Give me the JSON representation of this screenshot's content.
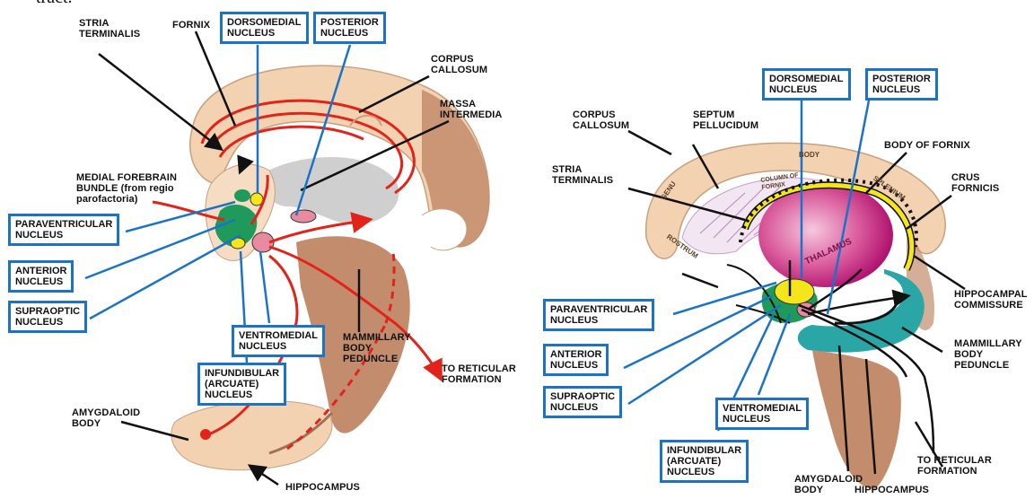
{
  "header_fragment": "tract.",
  "left": {
    "labels": {
      "stria_terminalis": "STRIA\nTERMINALIS",
      "fornix": "FORNIX",
      "corpus_callosum": "CORPUS\nCALLOSUM",
      "massa_intermedia": "MASSA\nINTERMEDIA",
      "medial_forebrain_bundle": "MEDIAL FOREBRAIN\nBUNDLE (from regio\nparofactoria)",
      "mammillary_body_peduncle": "MAMMILLARY\nBODY\nPEDUNCLE",
      "to_reticular_formation": "TO RETICULAR\nFORMATION",
      "amygdaloid_body": "AMYGDALOID\nBODY",
      "hippocampus": "HIPPOCAMPUS"
    },
    "boxes": {
      "dorsomedial_nucleus": "DORSOMEDIAL\nNUCLEUS",
      "posterior_nucleus": "POSTERIOR\nNUCLEUS",
      "paraventricular_nucleus": "PARAVENTRICULAR\nNUCLEUS",
      "anterior_nucleus": "ANTERIOR\nNUCLEUS",
      "supraoptic_nucleus": "SUPRAOPTIC\nNUCLEUS",
      "ventromedial_nucleus": "VENTROMEDIAL\nNUCLEUS",
      "infundibular_nucleus": "INFUNDIBULAR\n(ARCUATE)\nNUCLEUS"
    }
  },
  "right": {
    "labels": {
      "corpus_callosum": "CORPUS\nCALLOSUM",
      "septum_pellucidum": "SEPTUM\nPELLUCIDUM",
      "body_of_fornix": "BODY OF FORNIX",
      "crus_fornicis": "CRUS\nFORNICIS",
      "stria_terminalis": "STRIA\nTERMINALIS",
      "hippocampal_commissure": "HIPPOCAMPAL\nCOMMISSURE",
      "mammillary_body_peduncle": "MAMMILLARY\nBODY\nPEDUNCLE",
      "to_reticular_formation": "TO RETICULAR\nFORMATION",
      "amygdaloid_body": "AMYGDALOID\nBODY",
      "hippocampus": "HIPPOCAMPUS"
    },
    "anatomy": {
      "genu": "GENU",
      "body": "BODY",
      "splenium": "SPLENIUM",
      "rostrum": "ROSTRUM",
      "column_of_fornix": "COLUMN OF\nFORNIX",
      "thalamus": "THALAMUS"
    },
    "boxes": {
      "dorsomedial_nucleus": "DORSOMEDIAL\nNUCLEUS",
      "posterior_nucleus": "POSTERIOR\nNUCLEUS",
      "paraventricular_nucleus": "PARAVENTRICULAR\nNUCLEUS",
      "anterior_nucleus": "ANTERIOR\nNUCLEUS",
      "supraoptic_nucleus": "SUPRAOPTIC\nNUCLEUS",
      "ventromedial_nucleus": "VENTROMEDIAL\nNUCLEUS",
      "infundibular_nucleus": "INFUNDIBULAR\n(ARCUATE)\nNUCLEUS"
    }
  },
  "colors": {
    "box_border": "#1a73c9",
    "pathway_red": "#e2231a",
    "brain_tan": "#f2d2b0",
    "brainstem_brown": "#c38c6c",
    "thalamus_magenta": "#c0187a",
    "hypothalamus_green": "#1f9a5a",
    "hippocampus_teal": "#2aa6a6",
    "nucleus_yellow": "#f5e51b"
  }
}
